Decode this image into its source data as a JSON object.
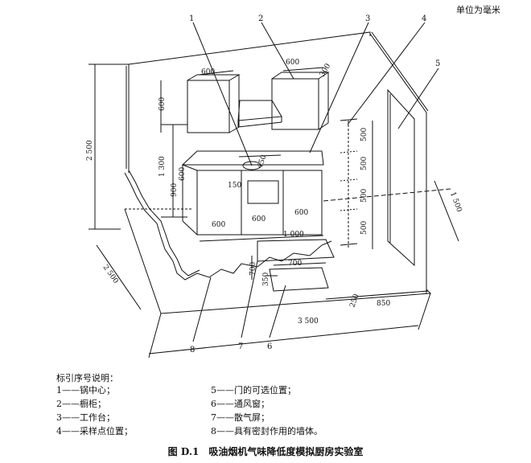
{
  "unit_note": "单位为毫米",
  "dimensions": {
    "left_cab_width": "600",
    "left_cab_height": "600",
    "right_cab_width": "600",
    "right_cab_depth": "300",
    "height_total": "2 500",
    "height_to_cabinet": "1 300",
    "counter_height": "900",
    "counter_depth": "600",
    "pot_offset": "450",
    "pot_front": "150",
    "counter_seg_1": "600",
    "counter_seg_2": "600",
    "counter_seg_3": "600",
    "vert_500_a": "500",
    "vert_500_b": "500",
    "vert_500_c": "500",
    "vert_500_d": "500",
    "wall_1500": "1 500",
    "screen_width": "1 000",
    "screen_height": "700",
    "vent_width": "700",
    "vent_height": "350",
    "vent_offset": "250",
    "door_offset": "850",
    "room_length": "3 500",
    "room_width": "2 500"
  },
  "callouts": [
    "1",
    "2",
    "3",
    "4",
    "5",
    "6",
    "7",
    "8"
  ],
  "legend": {
    "title": "标引序号说明：",
    "items": [
      "1——锅中心；",
      "2——橱柜；",
      "3——工作台；",
      "4——采样点位置；",
      "5——门的可选位置；",
      "6——通风窗；",
      "7——散气屏；",
      "8——具有密封作用的墙体。"
    ]
  },
  "caption": "图 D.1　吸油烟机气味降低度模拟厨房实验室"
}
